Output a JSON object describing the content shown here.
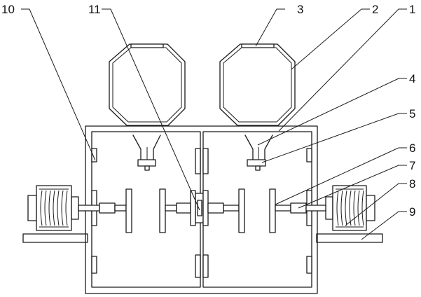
{
  "callouts": {
    "n1": "1",
    "n2": "2",
    "n3": "3",
    "n4": "4",
    "n5": "5",
    "n6": "6",
    "n7": "7",
    "n8": "8",
    "n9": "9",
    "n10": "10",
    "n11": "11"
  },
  "colors": {
    "line": "#1a1a1a",
    "background": "#ffffff"
  }
}
